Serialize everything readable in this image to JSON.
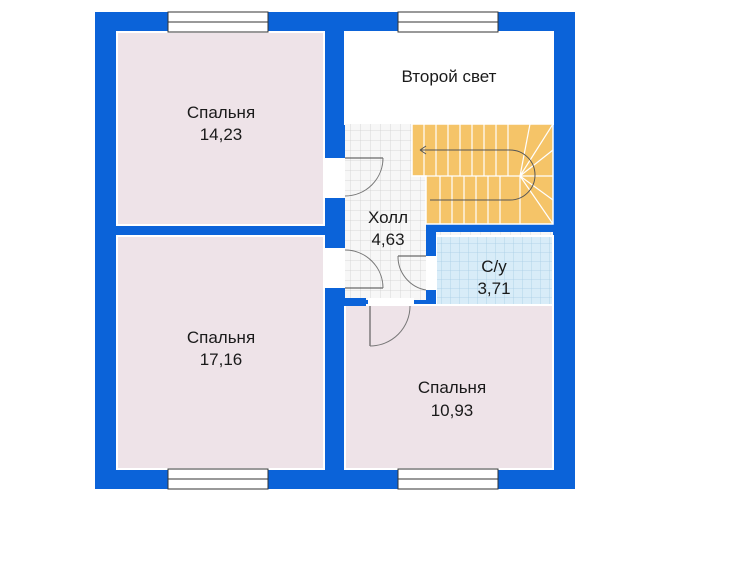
{
  "plan": {
    "rooms": [
      {
        "id": "bedroom-1",
        "name": "Спальня",
        "area": "14,23"
      },
      {
        "id": "bedroom-2",
        "name": "Спальня",
        "area": "17,16"
      },
      {
        "id": "bedroom-3",
        "name": "Спальня",
        "area": "10,93"
      },
      {
        "id": "second-light",
        "name": "Второй свет",
        "area": ""
      },
      {
        "id": "hall",
        "name": "Холл",
        "area": "4,63"
      },
      {
        "id": "bathroom",
        "name": "С/у",
        "area": "3,71"
      }
    ],
    "colors": {
      "wall": "#0b63d9",
      "bedroom_floor": "#eee3e8",
      "hall_tile": "#f6f6f6",
      "bath_tile": "#d9ecf7",
      "stairs": "#f5c468",
      "white": "#ffffff"
    }
  }
}
